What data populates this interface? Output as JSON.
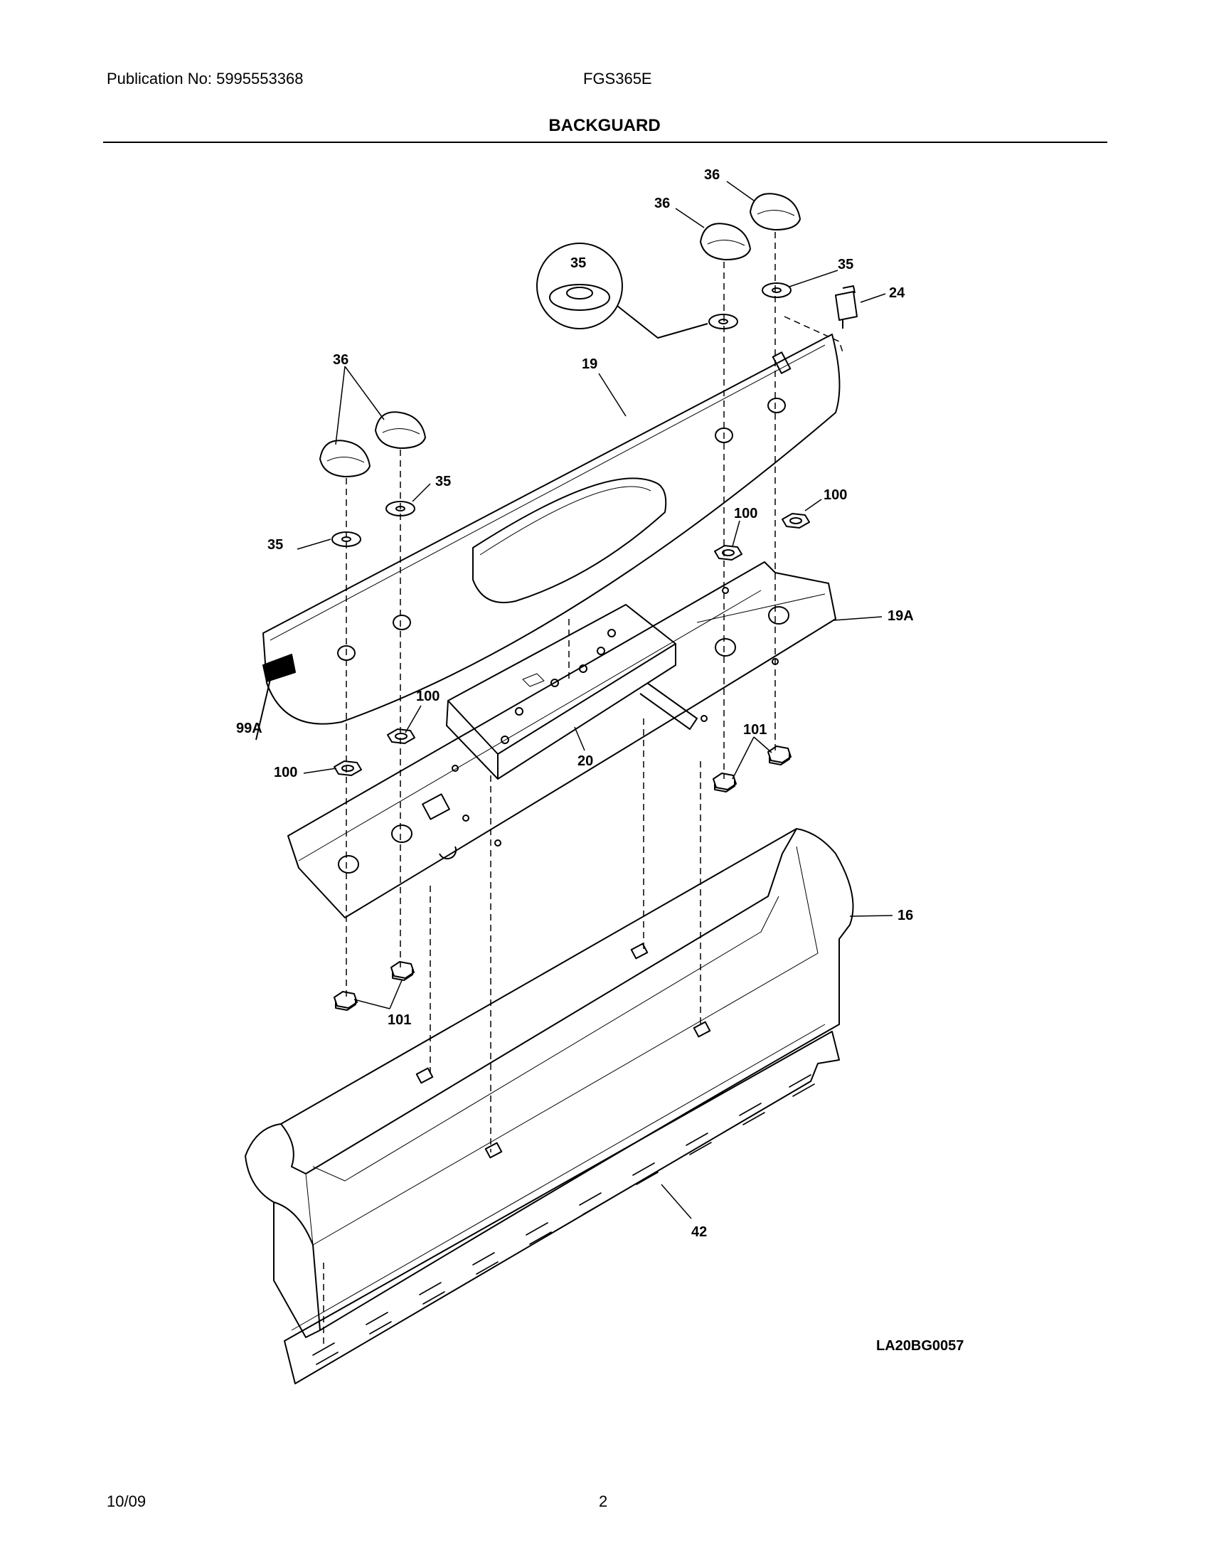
{
  "header": {
    "publication": "Publication No: 5995553368",
    "model": "FGS365E"
  },
  "title": "BACKGUARD",
  "diagram": {
    "code": "LA20BG0057",
    "callouts": [
      {
        "id": "c36a",
        "label": "36"
      },
      {
        "id": "c36b",
        "label": "36"
      },
      {
        "id": "c36c",
        "label": "36"
      },
      {
        "id": "c35a",
        "label": "35"
      },
      {
        "id": "c35b",
        "label": "35"
      },
      {
        "id": "c35c",
        "label": "35"
      },
      {
        "id": "c35d",
        "label": "35"
      },
      {
        "id": "c24",
        "label": "24"
      },
      {
        "id": "c19",
        "label": "19"
      },
      {
        "id": "c100a",
        "label": "100"
      },
      {
        "id": "c100b",
        "label": "100"
      },
      {
        "id": "c19A",
        "label": "19A"
      },
      {
        "id": "c99A",
        "label": "99A"
      },
      {
        "id": "c100c",
        "label": "100"
      },
      {
        "id": "c100d",
        "label": "100"
      },
      {
        "id": "c20",
        "label": "20"
      },
      {
        "id": "c101a",
        "label": "101"
      },
      {
        "id": "c16",
        "label": "16"
      },
      {
        "id": "c101b",
        "label": "101"
      },
      {
        "id": "c42",
        "label": "42"
      }
    ]
  },
  "footer": {
    "date": "10/09",
    "page": "2"
  }
}
